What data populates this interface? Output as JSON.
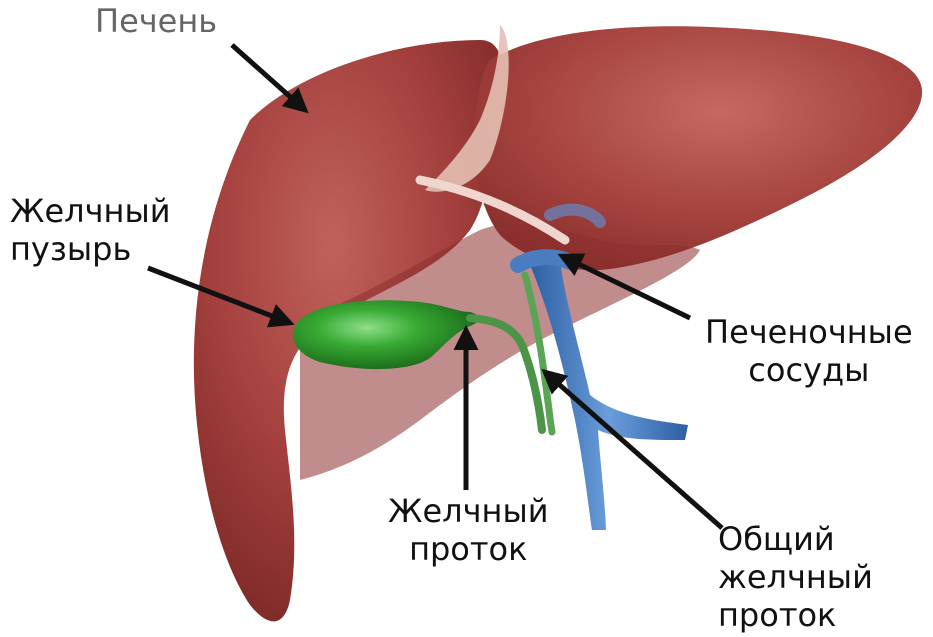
{
  "labels": {
    "liver": "Печень",
    "gallbladder": [
      "Желчный",
      "пузырь"
    ],
    "hepatic_vessels": [
      "Печеночные",
      "сосуды"
    ],
    "bile_duct": [
      "Желчный",
      "проток"
    ],
    "common_bile_duct": [
      "Общий",
      "желчный",
      "проток"
    ]
  },
  "colors": {
    "liver": "#9e3b3a",
    "liver_shadow": "#7a2624",
    "liver_highlight": "#c2605a",
    "gallbladder": "#2f9a2c",
    "gallbladder_light": "#6fd06a",
    "bile_duct": "#4f9a4a",
    "vein": "#3e74b8",
    "vein_light": "#7aa8dc",
    "ligament": "#e8c4b8",
    "liver_label": "#666666",
    "label": "#111111",
    "arrow": "#111111"
  }
}
